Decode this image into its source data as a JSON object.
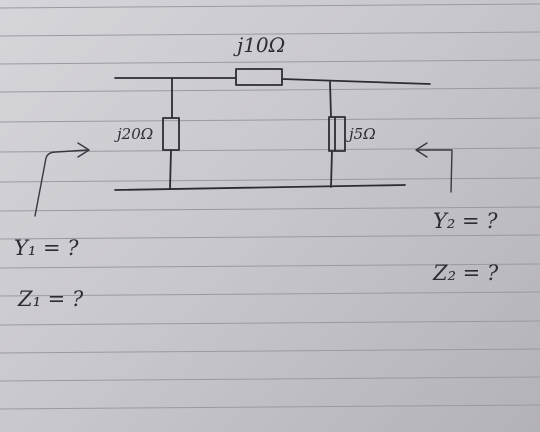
{
  "diagram": {
    "kind": "two-port-pi-network",
    "components": {
      "series_impedance": "j10Ω",
      "shunt_left_impedance": "j20Ω",
      "shunt_right_impedance": "j5Ω"
    },
    "port1": {
      "admittance_query": "Y₁ = ?",
      "impedance_query": "Z₁ = ?"
    },
    "port2": {
      "admittance_query": "Y₂ = ?",
      "impedance_query": "Z₂ = ?"
    },
    "colors": {
      "paper": "#d0cfd4",
      "ink": "#2e2c33",
      "ruled_line": "#9a9aa3"
    }
  }
}
